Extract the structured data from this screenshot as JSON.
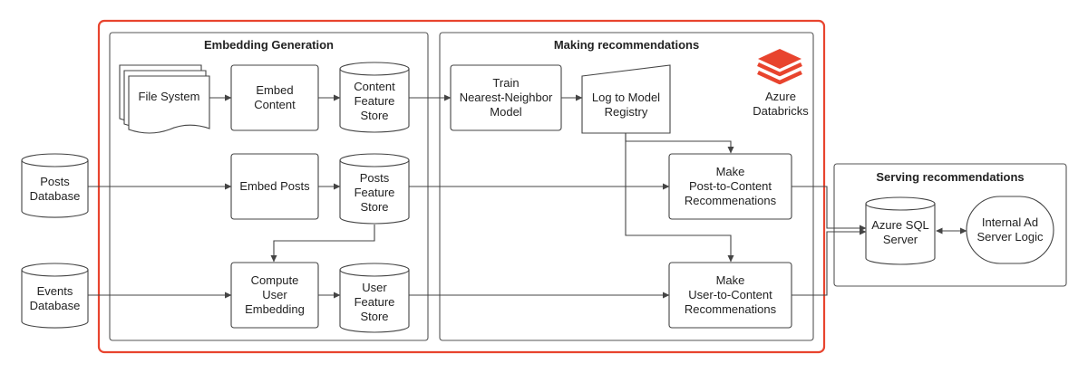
{
  "theme": {
    "accent": "#e8442e",
    "line": "#444444",
    "text": "#222222"
  },
  "panels": {
    "embedding": {
      "title": "Embedding Generation"
    },
    "recommend": {
      "title": "Making recommendations"
    },
    "serving": {
      "title": "Serving recommendations"
    }
  },
  "nodes": {
    "file_system": "File System",
    "embed_content": "Embed\nContent",
    "content_store": "Content\nFeature\nStore",
    "train_nn": "Train\nNearest-Neighbor\nModel",
    "log_registry": "Log to Model\nRegistry",
    "posts_db": "Posts\nDatabase",
    "embed_posts": "Embed Posts",
    "posts_store": "Posts\nFeature\nStore",
    "post_to_content": "Make\nPost-to-Content\nRecommenations",
    "events_db": "Events\nDatabase",
    "compute_user": "Compute\nUser\nEmbedding",
    "user_store": "User\nFeature\nStore",
    "user_to_content": "Make\nUser-to-Content\nRecommenations",
    "azure_sql": "Azure SQL\nServer",
    "ad_server": "Internal Ad\nServer Logic"
  },
  "branding": {
    "name": "Azure\nDatabricks",
    "logo_icon": "databricks-logo-icon"
  }
}
